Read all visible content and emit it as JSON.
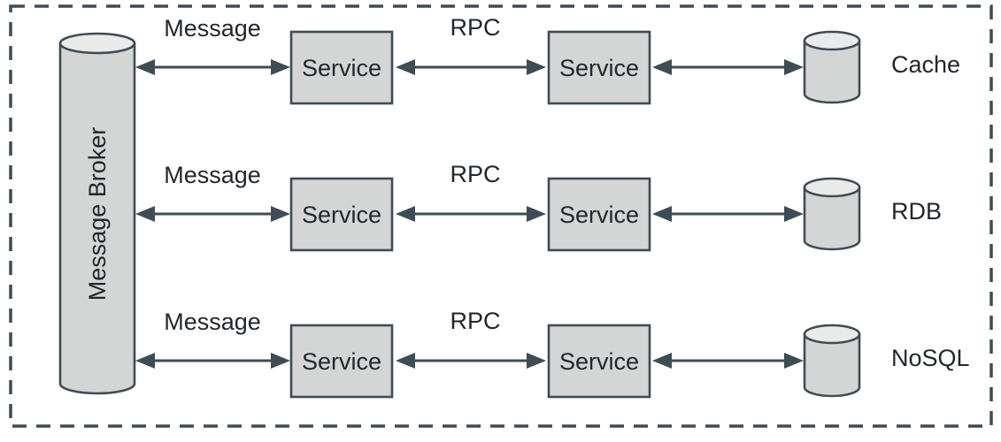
{
  "diagram": {
    "broker_label": "Message Broker",
    "rows": [
      {
        "message": "Message",
        "service_left": "Service",
        "rpc": "RPC",
        "service_right": "Service",
        "datastore": "Cache"
      },
      {
        "message": "Message",
        "service_left": "Service",
        "rpc": "RPC",
        "service_right": "Service",
        "datastore": "RDB"
      },
      {
        "message": "Message",
        "service_left": "Service",
        "rpc": "RPC",
        "service_right": "Service",
        "datastore": "NoSQL"
      }
    ],
    "colors": {
      "stroke": "#3e4c55",
      "shape-fill": "#d4d5d5",
      "shape-top-fill": "#e9eaea",
      "text": "#21272c",
      "background": "#ffffff"
    }
  }
}
